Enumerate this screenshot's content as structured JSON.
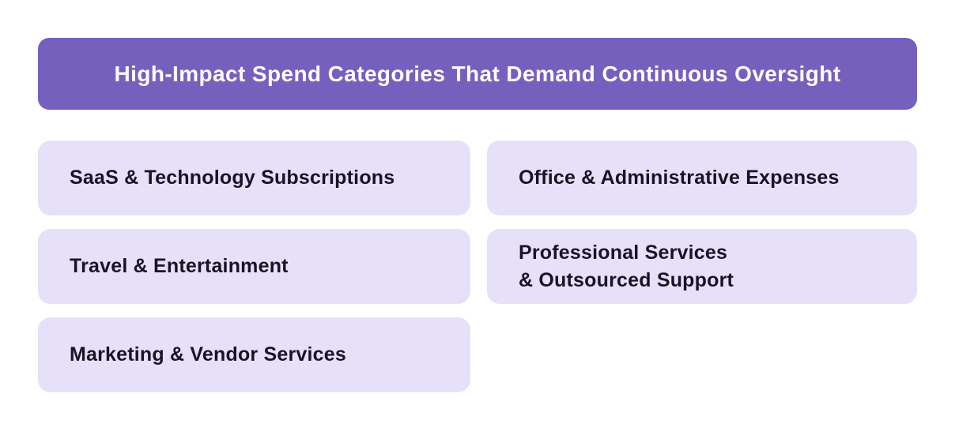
{
  "page": {
    "background_color": "#ffffff"
  },
  "header": {
    "title": "High-Impact Spend Categories That Demand Continuous Oversight",
    "background_color": "#7660BD",
    "text_color": "#FDFCFE"
  },
  "categories": {
    "card_background_color": "#E6E0F8",
    "text_color": "#191425",
    "items": [
      {
        "label": "SaaS & Technology Subscriptions"
      },
      {
        "label": "Office & Administrative Expenses"
      },
      {
        "label": "Travel & Entertainment"
      },
      {
        "label": "Professional Services\n& Outsourced Support"
      },
      {
        "label": "Marketing & Vendor Services"
      }
    ]
  }
}
